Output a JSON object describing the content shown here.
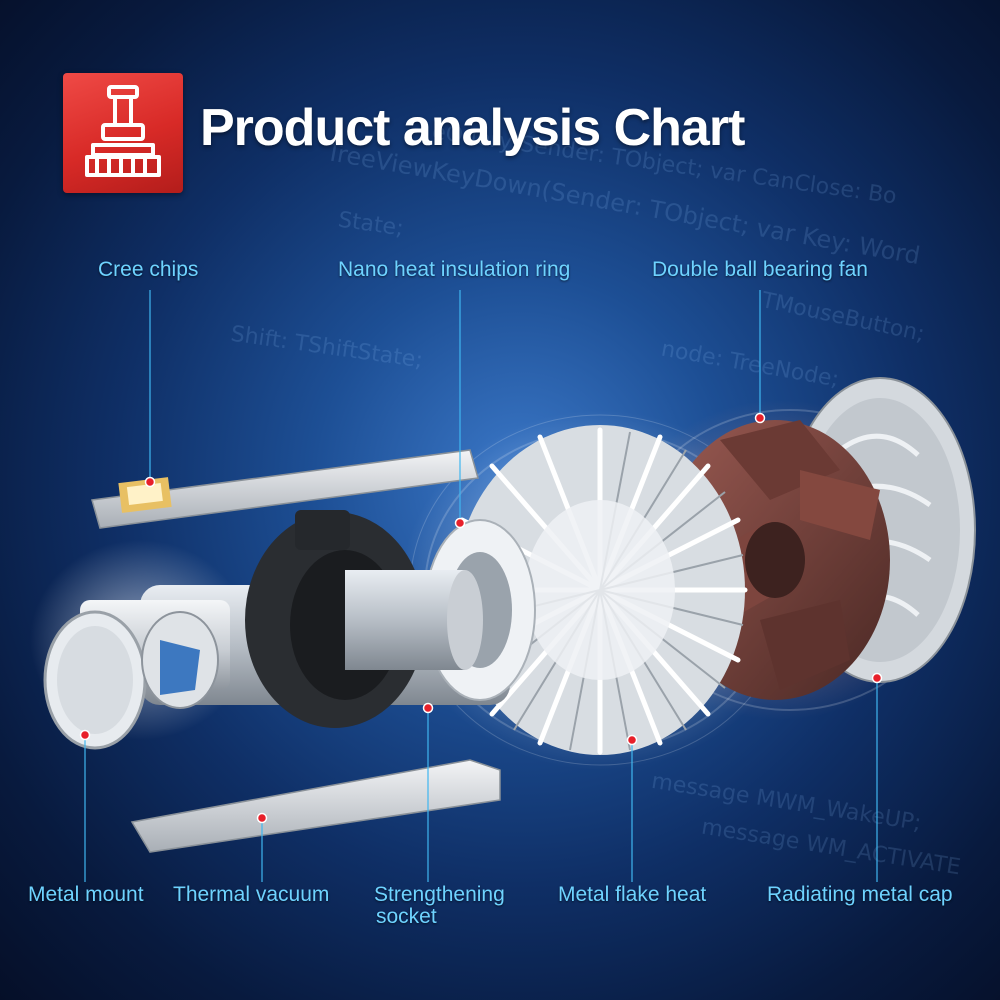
{
  "title": "Product analysis Chart",
  "title_icon": "led-bulb-icon",
  "labels": {
    "cree_chips": "Cree chips",
    "nano_ring": "Nano heat insulation  ring",
    "fan": "Double ball bearing fan",
    "metal_mount": "Metal mount",
    "thermal_vacuum": "Thermal vacuum",
    "socket_line1": "Strengthening",
    "socket_line2": "socket",
    "flake_heat": "Metal flake heat",
    "metal_cap": "Radiating metal cap"
  },
  "background_code": [
    "TreeViewKeyDown(Sender: TObject; var Key: Word",
    "eQuery(Sender: TObject; var CanClose: Bo",
    "TMouseButton;",
    "node: TreeNode;",
    "message MWM_WakeUP;",
    "message WM_ACTIVATE",
    "State;",
    "Shift: TShiftState;"
  ],
  "colors": {
    "label": "#6ed3ff",
    "leader_line": "#3fb6f0",
    "marker_dot": "#e8202a",
    "badge_red": "#d82a27"
  }
}
